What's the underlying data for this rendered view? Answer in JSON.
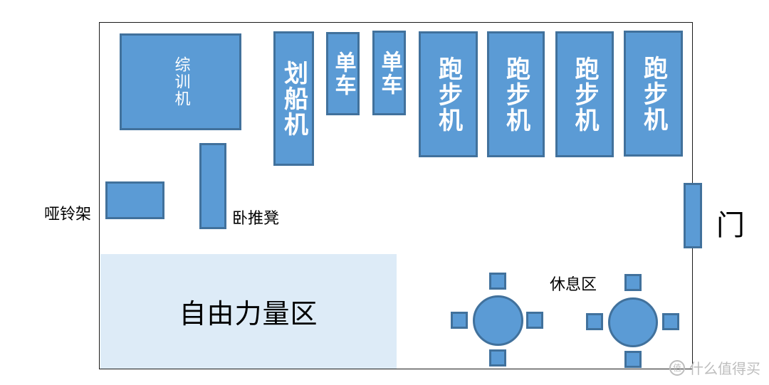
{
  "equipment": {
    "combo_trainer": "综训机",
    "rowing": "划船机",
    "bike_1": "单车",
    "bike_2": "单车",
    "treadmill_1": "跑步机",
    "treadmill_2": "跑步机",
    "treadmill_3": "跑步机",
    "treadmill_4": "跑步机"
  },
  "labels": {
    "dumbbell_rack": "哑铃架",
    "bench_press": "卧推凳",
    "door": "门",
    "rest_area": "休息区",
    "free_weight_zone": "自由力量区"
  },
  "watermark": {
    "icon_text": "值",
    "text": "什么值得买"
  },
  "colors": {
    "equipment_fill": "#5b9bd5",
    "equipment_border": "#41719c",
    "free_zone_fill": "#ddebf7"
  }
}
